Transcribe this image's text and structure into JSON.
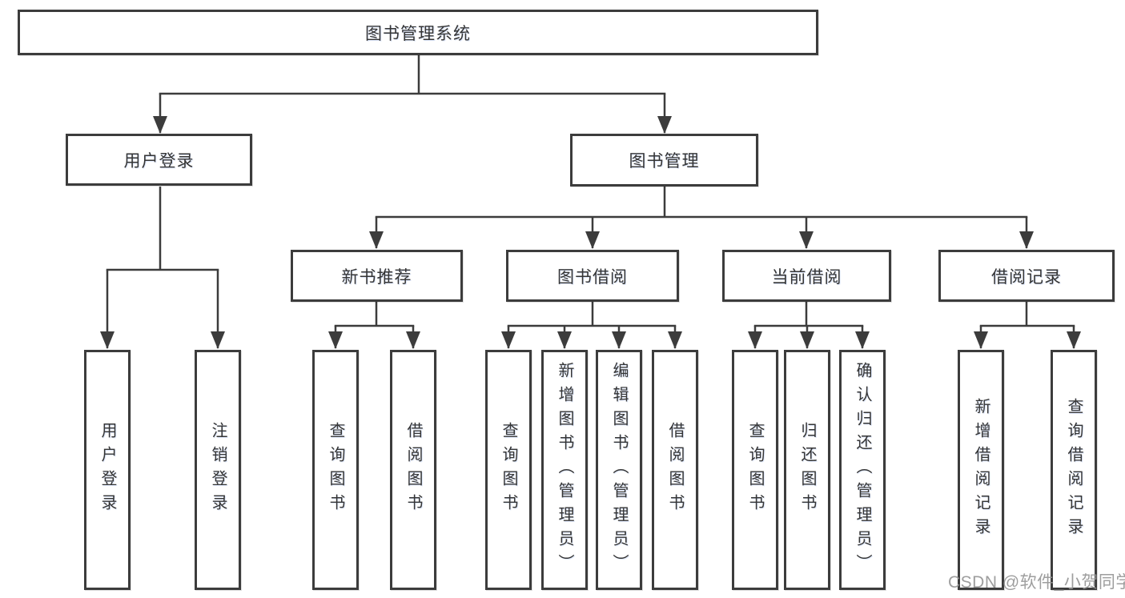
{
  "diagram_title": "图书管理系统",
  "tree": {
    "root": {
      "label": "图书管理系统"
    },
    "branches": [
      {
        "label": "用户登录",
        "children": [
          "用户登录",
          "注销登录"
        ]
      },
      {
        "label": "图书管理",
        "groups": [
          {
            "label": "新书推荐",
            "children": [
              "查询图书",
              "借阅图书"
            ]
          },
          {
            "label": "图书借阅",
            "children": [
              "查询图书",
              "新增图书（管理员）",
              "编辑图书（管理员）",
              "借阅图书"
            ]
          },
          {
            "label": "当前借阅",
            "children": [
              "查询图书",
              "归还图书",
              "确认归还（管理员）"
            ]
          },
          {
            "label": "借阅记录",
            "children": [
              "新增借阅记录",
              "查询借阅记录"
            ]
          }
        ]
      }
    ]
  },
  "watermark": {
    "text": "CSDN @软件_小贺同学"
  },
  "colors": {
    "line": "#3c3c3c",
    "box_border": "#3c3c3c",
    "text": "#353535",
    "background": "#ffffff",
    "watermark": "#949494"
  }
}
